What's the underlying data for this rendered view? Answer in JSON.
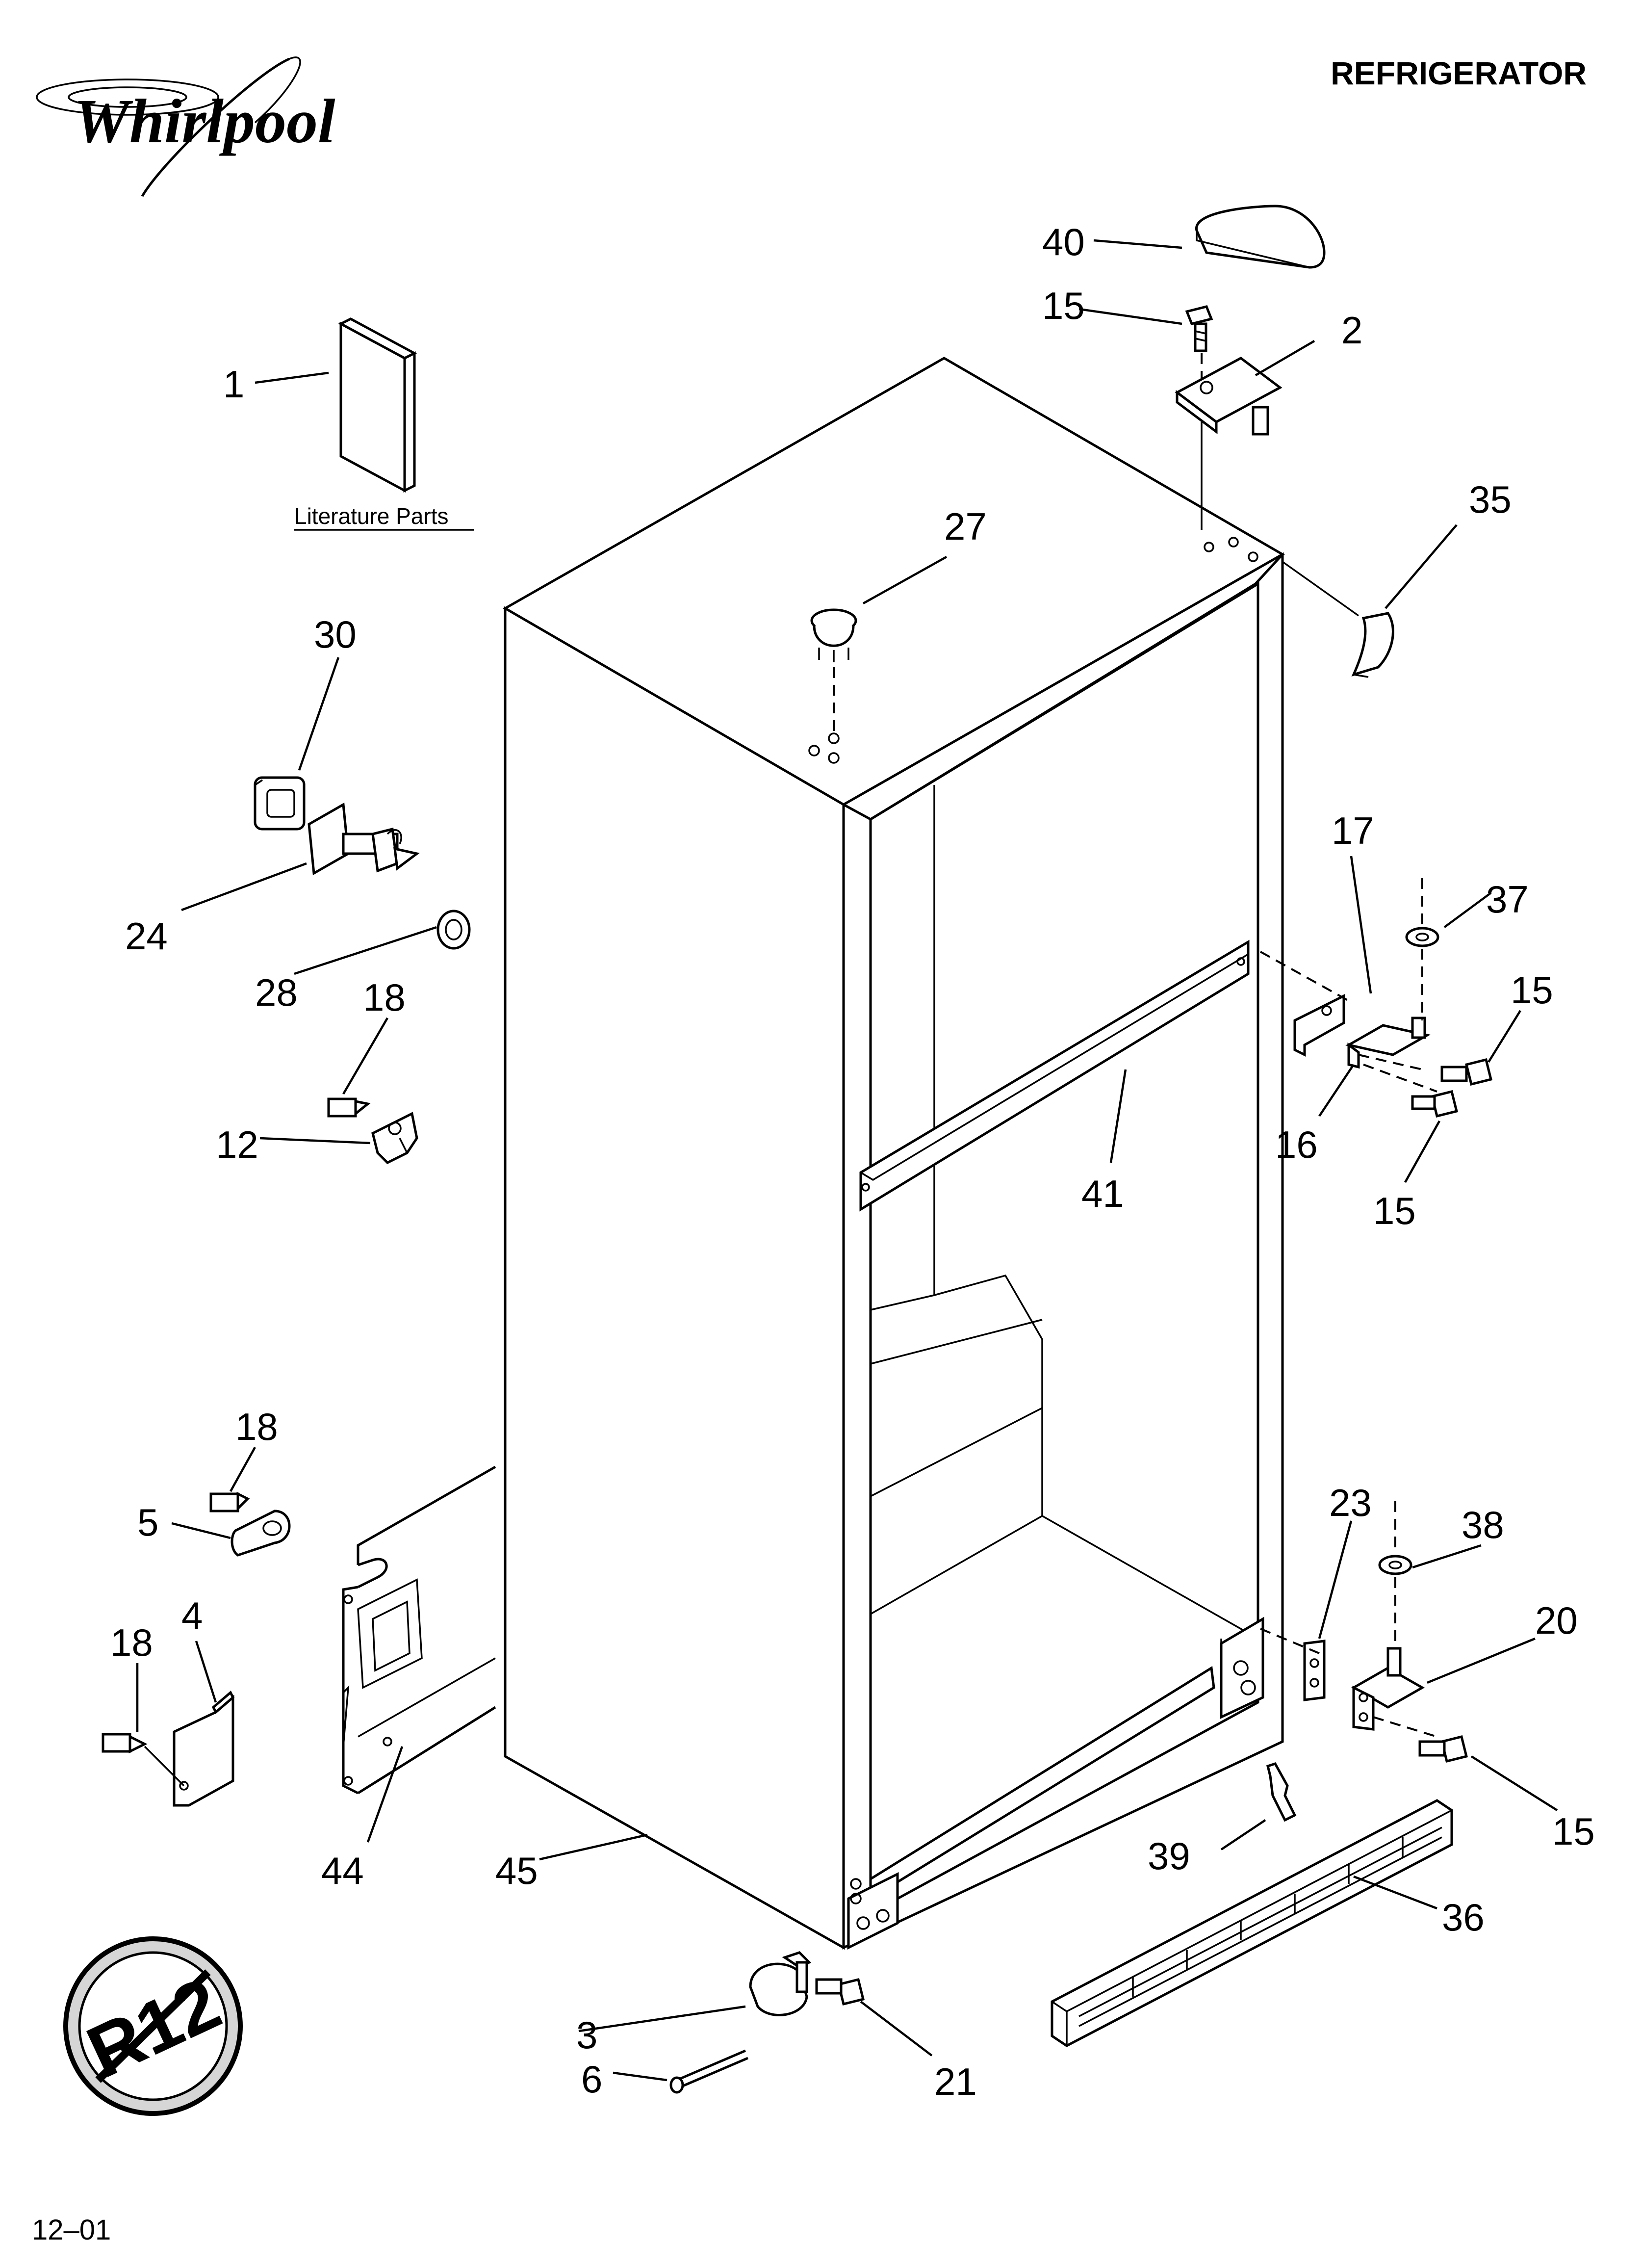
{
  "header": {
    "brand": "Whirlpool",
    "title": "REFRIGERATOR"
  },
  "literature_label": "Literature Parts",
  "no_r12_badge": "R12",
  "footer": {
    "date_code": "12–01"
  },
  "callouts": {
    "c1": "1",
    "c2": "2",
    "c3": "3",
    "c4": "4",
    "c5": "5",
    "c6": "6",
    "c12": "12",
    "c15a": "15",
    "c15b": "15",
    "c15c": "15",
    "c15d": "15",
    "c16": "16",
    "c17": "17",
    "c18a": "18",
    "c18b": "18",
    "c18c": "18",
    "c20": "20",
    "c21": "21",
    "c23": "23",
    "c24": "24",
    "c27": "27",
    "c28": "28",
    "c30": "30",
    "c35": "35",
    "c36": "36",
    "c37": "37",
    "c38": "38",
    "c39": "39",
    "c40": "40",
    "c41": "41",
    "c44": "44",
    "c45": "45"
  }
}
